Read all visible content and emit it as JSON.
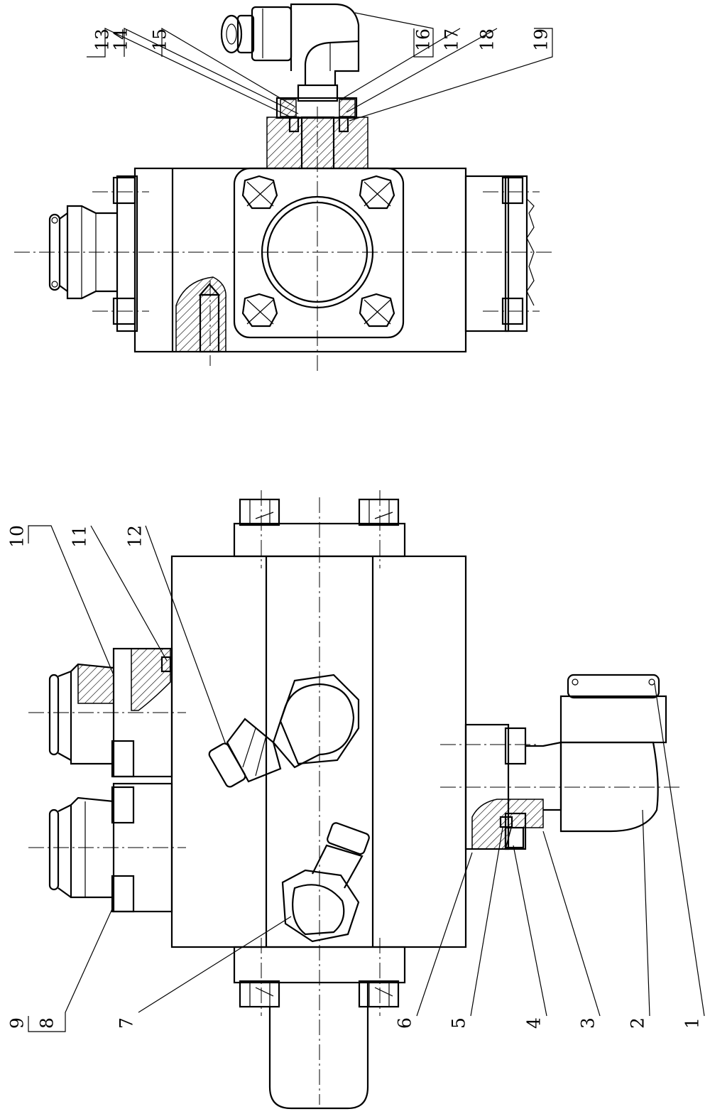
{
  "diagram": {
    "part_labels": [
      "1",
      "2",
      "3",
      "4",
      "5",
      "6",
      "7",
      "8",
      "9",
      "10",
      "11",
      "12",
      "13",
      "14",
      "15",
      "16",
      "17",
      "18",
      "19"
    ],
    "line_color": "#000000",
    "background": "#ffffff"
  }
}
